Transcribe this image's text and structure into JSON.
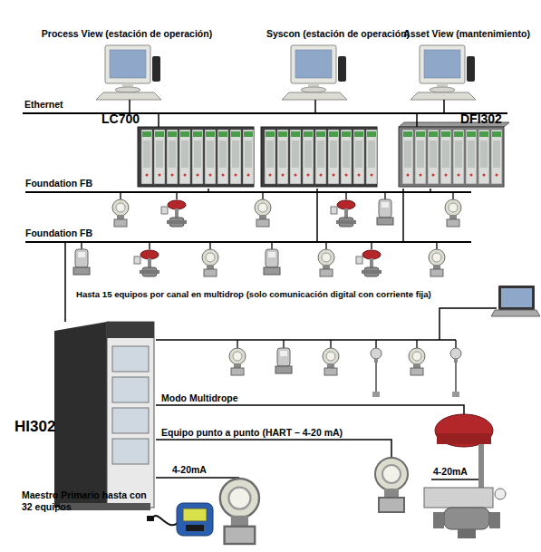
{
  "diagram": {
    "nodes": [
      {
        "text": [
          "Process View (estación de operación)"
        ]
      },
      {
        "text": [
          "Syscon (estación de operación)"
        ]
      },
      {
        "text": [
          "Asset View (mantenimiento)"
        ]
      },
      {
        "text": [
          "Ethernet"
        ]
      },
      {
        "text": [
          "LC700"
        ]
      },
      {
        "text": [
          "DFI302"
        ]
      },
      {
        "text": [
          "Foundation FB"
        ]
      },
      {
        "text": [
          "Foundation FB"
        ]
      },
      {
        "text": [
          "HI302"
        ]
      }
    ],
    "edges": [
      {
        "from": 0,
        "to": 3,
        "arrow": "none"
      },
      {
        "from": 1,
        "to": 3,
        "arrow": "none"
      },
      {
        "from": 2,
        "to": 3,
        "arrow": "none"
      },
      {
        "from": 3,
        "to": 4,
        "arrow": "none"
      },
      {
        "from": 3,
        "to": 5,
        "arrow": "none"
      },
      {
        "from": 4,
        "to": 6,
        "arrow": "none"
      },
      {
        "from": 4,
        "to": 7,
        "arrow": "none"
      },
      {
        "from": 5,
        "to": 6,
        "arrow": "none"
      },
      {
        "from": 5,
        "to": 7,
        "arrow": "none"
      },
      {
        "from": 8,
        "to": 7,
        "arrow": "none"
      }
    ],
    "labels": [
      "Hasta 15 equipos por canal en multidrop (solo comunicación digital con corriente fija)",
      "Modo Multidrope",
      "Equipo punto a punto (HART – 4-20 mA)",
      "4-20mA",
      "4-20mA",
      "Maestro Primario hasta con 32 equipos"
    ]
  }
}
